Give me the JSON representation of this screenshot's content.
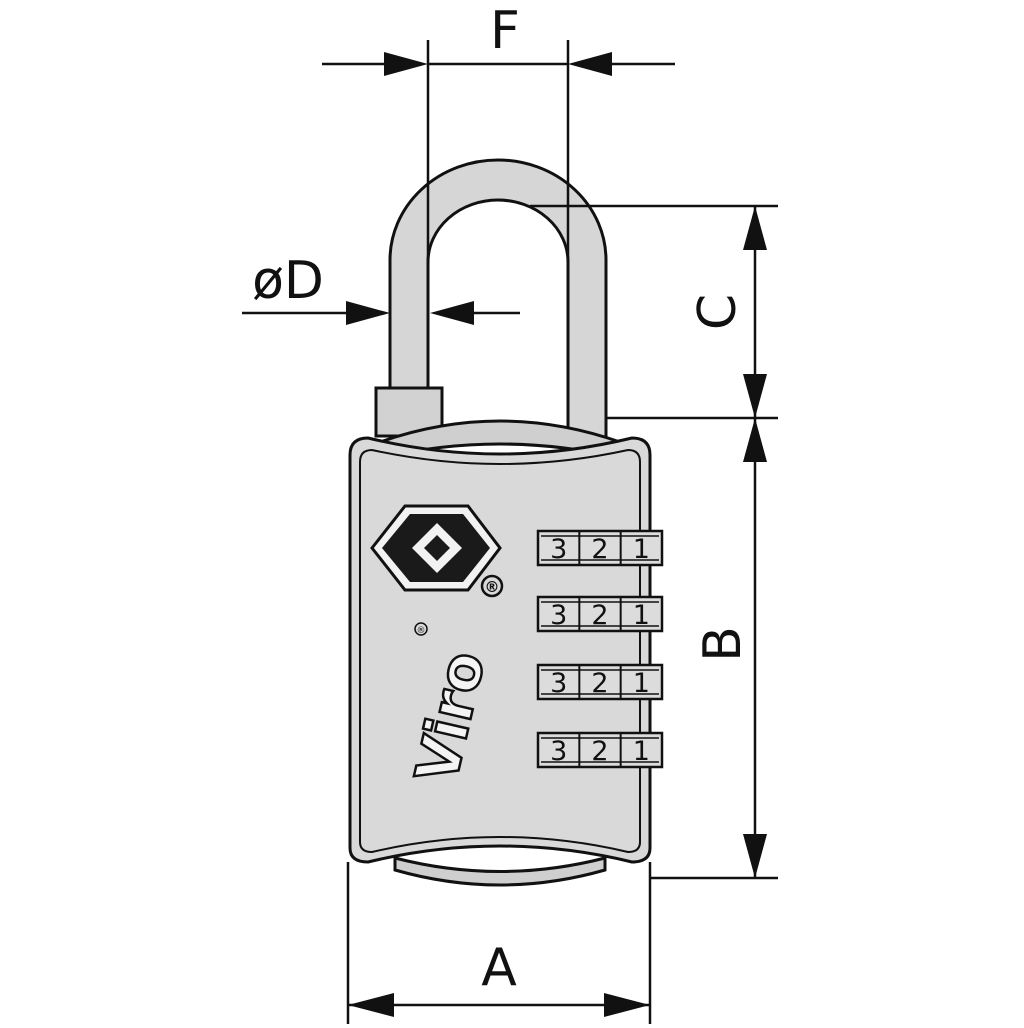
{
  "dimensions": {
    "A": "A",
    "B": "B",
    "C": "C",
    "D": "øD",
    "F": "F"
  },
  "product": {
    "brand": "Viro",
    "registered_mark": "®",
    "dial_digits": [
      [
        "3",
        "2",
        "1"
      ],
      [
        "3",
        "2",
        "1"
      ],
      [
        "3",
        "2",
        "1"
      ],
      [
        "3",
        "2",
        "1"
      ]
    ]
  },
  "colors": {
    "line": "#111111",
    "body_fill": "#d9d9d9",
    "shackle_fill": "#d6d6d6",
    "dial_fill": "#dcdcdc",
    "logo_fill": "#1a1a1a"
  }
}
